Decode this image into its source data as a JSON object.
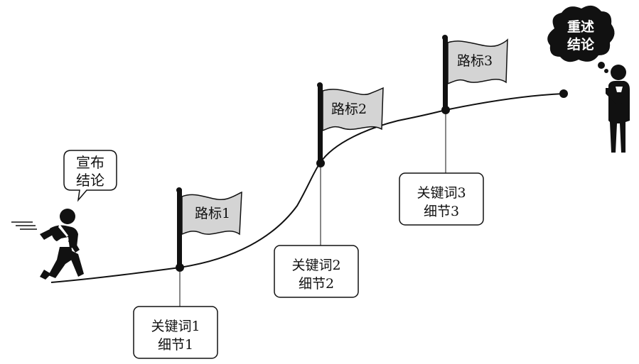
{
  "start_bubble": {
    "line1": "宣布",
    "line2": "结论"
  },
  "end_cloud": {
    "line1": "重述",
    "line2": "结论"
  },
  "milestones": [
    {
      "flag": "路标1",
      "keyword": "关键词1",
      "detail": "细节1"
    },
    {
      "flag": "路标2",
      "keyword": "关键词2",
      "detail": "细节2"
    },
    {
      "flag": "路标3",
      "keyword": "关键词3",
      "detail": "细节3"
    }
  ],
  "colors": {
    "line": "#111111",
    "flag_fill": "#d4d4d4",
    "figure": "#111111"
  },
  "icons": {
    "start_figure": "running-person-icon",
    "end_figure": "thinking-person-icon"
  }
}
